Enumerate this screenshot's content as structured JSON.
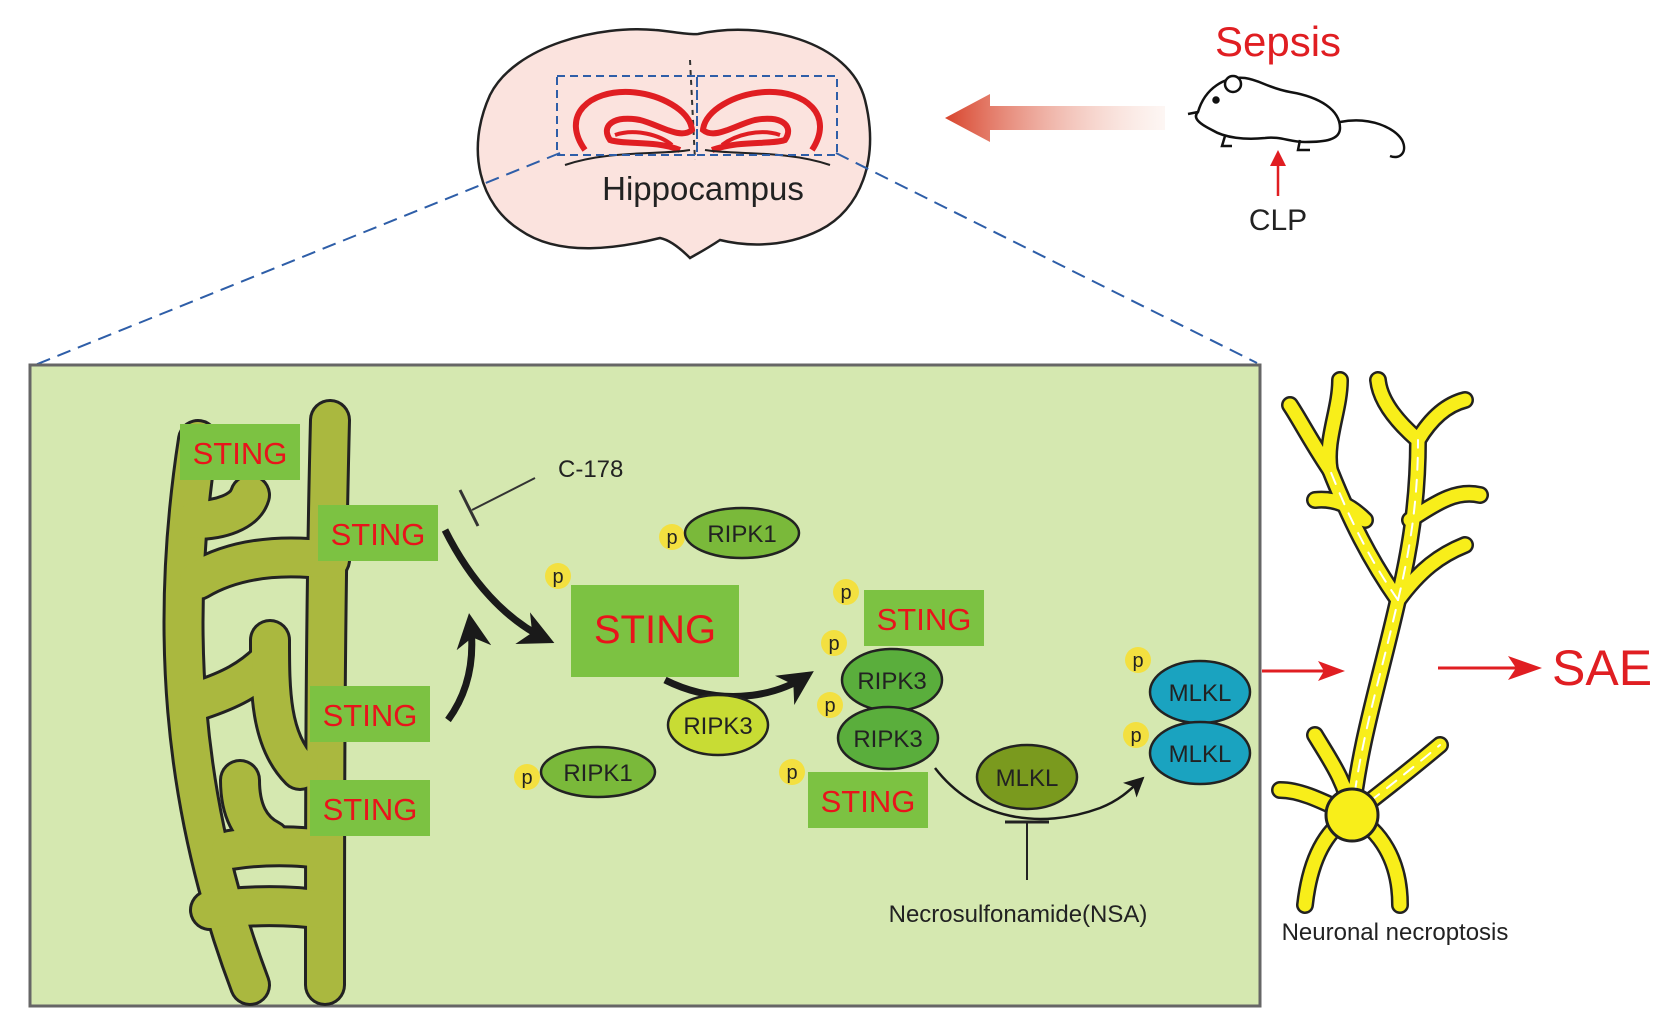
{
  "brain": {
    "label": "Hippocampus"
  },
  "model": {
    "title": "Sepsis",
    "procedure": "CLP"
  },
  "inhibitors": {
    "c178": "C-178",
    "nsa": "Necrosulfonamide(NSA)"
  },
  "proteins": {
    "sting": "STING",
    "ripk1": "RIPK1",
    "ripk3": "RIPK3",
    "mlkl": "MLKL",
    "phospho": "p"
  },
  "outcome": {
    "neuron_label": "Neuronal necroptosis",
    "result": "SAE"
  },
  "colors": {
    "panel_bg": "#d5e8b0",
    "mito": "#aab83f",
    "sting_box": "#7cc242",
    "sting_text": "#e8141b",
    "ripk1": "#7ab93a",
    "ripk3_light": "#c8dc34",
    "ripk3_dark": "#5aae3c",
    "mlkl_dark": "#7a9a1e",
    "mlkl_blue": "#1aa3c0",
    "phospho": "#f3e040",
    "neuron": "#f8ee1a",
    "arrow_red": "#e01e22",
    "dash_blue": "#2e5ea8"
  }
}
